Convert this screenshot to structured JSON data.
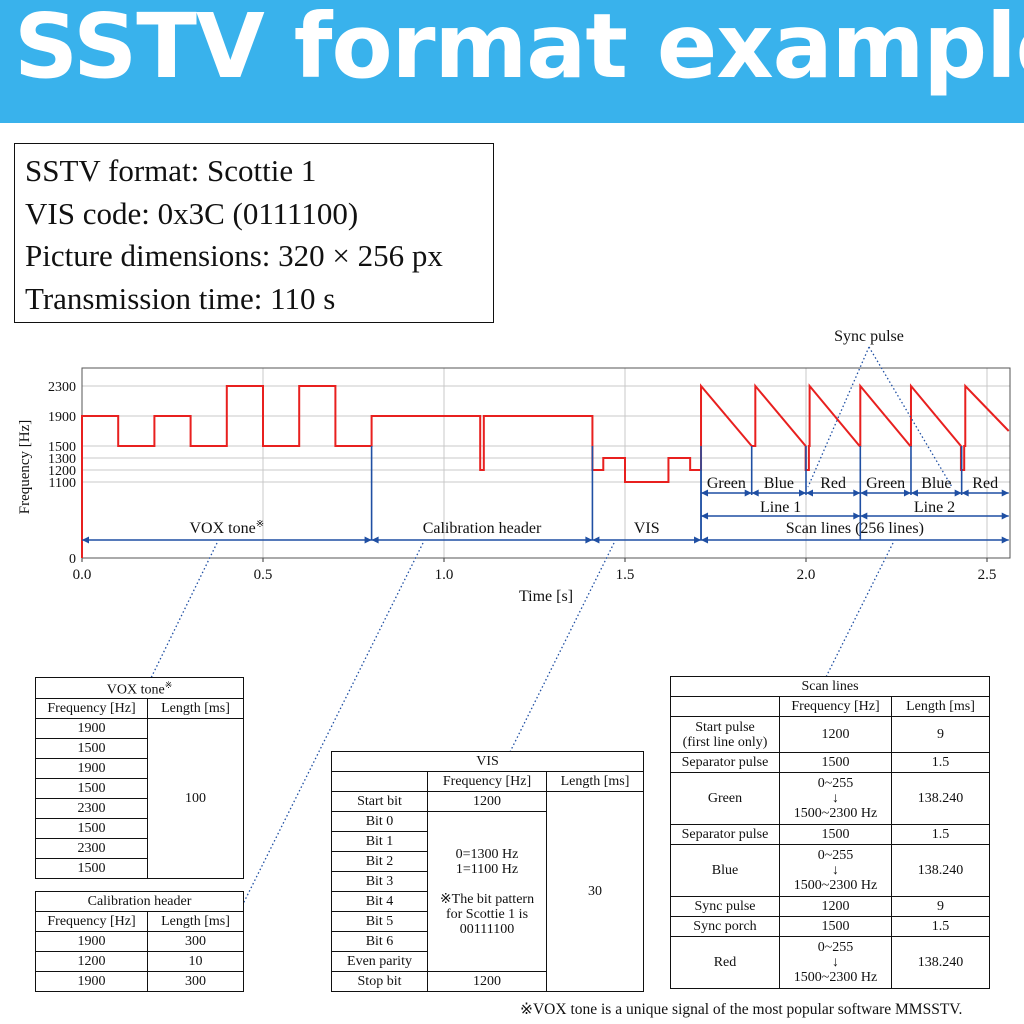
{
  "banner": {
    "title": "SSTV format example"
  },
  "info": {
    "format": "SSTV format: Scottie 1",
    "vis_code": "VIS code: 0x3C (0111100)",
    "dimensions": "Picture dimensions: 320 × 256 px",
    "time": "Transmission time: 110 s"
  },
  "chart_data": {
    "type": "line",
    "xlabel": "Time [s]",
    "ylabel": "Frequency [Hz]",
    "xlim": [
      0,
      2.56
    ],
    "x_ticks": [
      "0.0",
      "0.5",
      "1.0",
      "1.5",
      "2.0",
      "2.5"
    ],
    "y_ticks": [
      "0",
      "1100",
      "1200",
      "1300",
      "1500",
      "1900",
      "2300"
    ],
    "y_tick_values": [
      0,
      1100,
      1200,
      1300,
      1500,
      1900,
      2300
    ],
    "grid": true,
    "series_color": "#e8201f",
    "annotation_color": "#1f4fa3",
    "segments": [
      {
        "t0": 0.0,
        "t1": 0.1,
        "f": 1900
      },
      {
        "t0": 0.1,
        "t1": 0.2,
        "f": 1500
      },
      {
        "t0": 0.2,
        "t1": 0.3,
        "f": 1900
      },
      {
        "t0": 0.3,
        "t1": 0.4,
        "f": 1500
      },
      {
        "t0": 0.4,
        "t1": 0.5,
        "f": 2300
      },
      {
        "t0": 0.5,
        "t1": 0.6,
        "f": 1500
      },
      {
        "t0": 0.6,
        "t1": 0.7,
        "f": 2300
      },
      {
        "t0": 0.7,
        "t1": 0.8,
        "f": 1500
      },
      {
        "t0": 0.8,
        "t1": 1.1,
        "f": 1900
      },
      {
        "t0": 1.1,
        "t1": 1.11,
        "f": 1200
      },
      {
        "t0": 1.11,
        "t1": 1.41,
        "f": 1900
      },
      {
        "t0": 1.41,
        "t1": 1.44,
        "f": 1200
      },
      {
        "t0": 1.44,
        "t1": 1.5,
        "f": 1300
      },
      {
        "t0": 1.5,
        "t1": 1.62,
        "f": 1100
      },
      {
        "t0": 1.62,
        "t1": 1.68,
        "f": 1300
      },
      {
        "t0": 1.68,
        "t1": 1.71,
        "f": 1200
      }
    ],
    "ramps": [
      {
        "t0": 1.71,
        "t1": 1.85,
        "f0": 2300,
        "f1": 1500
      },
      {
        "t0": 1.85,
        "t1": 1.86,
        "f0": 1500,
        "f1": 1500
      },
      {
        "t0": 1.86,
        "t1": 1.999,
        "f0": 2300,
        "f1": 1500
      },
      {
        "t0": 1.999,
        "t1": 2.008,
        "f0": 1200,
        "f1": 1200
      },
      {
        "t0": 2.008,
        "t1": 2.01,
        "f0": 1500,
        "f1": 1500
      },
      {
        "t0": 2.01,
        "t1": 2.148,
        "f0": 2300,
        "f1": 1500
      },
      {
        "t0": 2.148,
        "t1": 2.15,
        "f0": 1500,
        "f1": 1500
      },
      {
        "t0": 2.15,
        "t1": 2.288,
        "f0": 2300,
        "f1": 1500
      },
      {
        "t0": 2.288,
        "t1": 2.29,
        "f0": 1500,
        "f1": 1500
      },
      {
        "t0": 2.29,
        "t1": 2.428,
        "f0": 2300,
        "f1": 1500
      },
      {
        "t0": 2.428,
        "t1": 2.437,
        "f0": 1200,
        "f1": 1200
      },
      {
        "t0": 2.437,
        "t1": 2.44,
        "f0": 1500,
        "f1": 1500
      },
      {
        "t0": 2.44,
        "t1": 2.56,
        "f0": 2300,
        "f1": 1700
      }
    ],
    "spans": [
      {
        "label": "VOX tone",
        "mark": "※",
        "t0": 0.0,
        "t1": 0.8
      },
      {
        "label": "Calibration header",
        "mark": "",
        "t0": 0.8,
        "t1": 1.41
      },
      {
        "label": "VIS",
        "mark": "",
        "t0": 1.41,
        "t1": 1.71
      },
      {
        "label": "Scan lines (256 lines)",
        "mark": "",
        "t0": 1.71,
        "t1": 2.56
      }
    ],
    "line_spans": [
      {
        "label": "Line 1",
        "t0": 1.71,
        "t1": 2.15
      },
      {
        "label": "Line 2",
        "t0": 2.15,
        "t1": 2.56
      }
    ],
    "channel_spans": [
      {
        "label": "Green",
        "t0": 1.71,
        "t1": 1.85
      },
      {
        "label": "Blue",
        "t0": 1.85,
        "t1": 2.0
      },
      {
        "label": "Red",
        "t0": 2.0,
        "t1": 2.15
      },
      {
        "label": "Green",
        "t0": 2.15,
        "t1": 2.29
      },
      {
        "label": "Blue",
        "t0": 2.29,
        "t1": 2.43
      },
      {
        "label": "Red",
        "t0": 2.43,
        "t1": 2.56
      }
    ],
    "sync_label": "Sync pulse"
  },
  "vox_table": {
    "title": "VOX tone",
    "title_mark": "※",
    "headers": [
      "Frequency [Hz]",
      "Length [ms]"
    ],
    "frequencies": [
      "1900",
      "1500",
      "1900",
      "1500",
      "2300",
      "1500",
      "2300",
      "1500"
    ],
    "length": "100"
  },
  "cal_table": {
    "title": "Calibration header",
    "headers": [
      "Frequency [Hz]",
      "Length [ms]"
    ],
    "rows": [
      [
        "1900",
        "300"
      ],
      [
        "1200",
        "10"
      ],
      [
        "1900",
        "300"
      ]
    ]
  },
  "vis_table": {
    "title": "VIS",
    "headers": [
      "Frequency [Hz]",
      "Length [ms]"
    ],
    "start_bit": "Start bit",
    "start_freq": "1200",
    "bits": [
      "Bit 0",
      "Bit 1",
      "Bit 2",
      "Bit 3",
      "Bit 4",
      "Bit 5",
      "Bit 6",
      "Even parity"
    ],
    "bit_freq": "0=1300 Hz\n1=1100 Hz\n\n※The bit pattern\nfor Scottie 1 is\n00111100",
    "stop_bit": "Stop bit",
    "stop_freq": "1200",
    "length": "30"
  },
  "scan_table": {
    "title": "Scan lines",
    "headers": [
      "Frequency [Hz]",
      "Length [ms]"
    ],
    "rows": [
      {
        "name": "Start pulse\n(first line only)",
        "freq": "1200",
        "len": "9"
      },
      {
        "name": "Separator pulse",
        "freq": "1500",
        "len": "1.5"
      },
      {
        "name": "Green",
        "freq": "0~255\n↓\n1500~2300 Hz",
        "len": "138.240"
      },
      {
        "name": "Separator pulse",
        "freq": "1500",
        "len": "1.5"
      },
      {
        "name": "Blue",
        "freq": "0~255\n↓\n1500~2300 Hz",
        "len": "138.240"
      },
      {
        "name": "Sync pulse",
        "freq": "1200",
        "len": "9"
      },
      {
        "name": "Sync porch",
        "freq": "1500",
        "len": "1.5"
      },
      {
        "name": "Red",
        "freq": "0~255\n↓\n1500~2300 Hz",
        "len": "138.240"
      }
    ]
  },
  "footnote": "※VOX tone is a unique signal of the most popular software MMSSTV."
}
